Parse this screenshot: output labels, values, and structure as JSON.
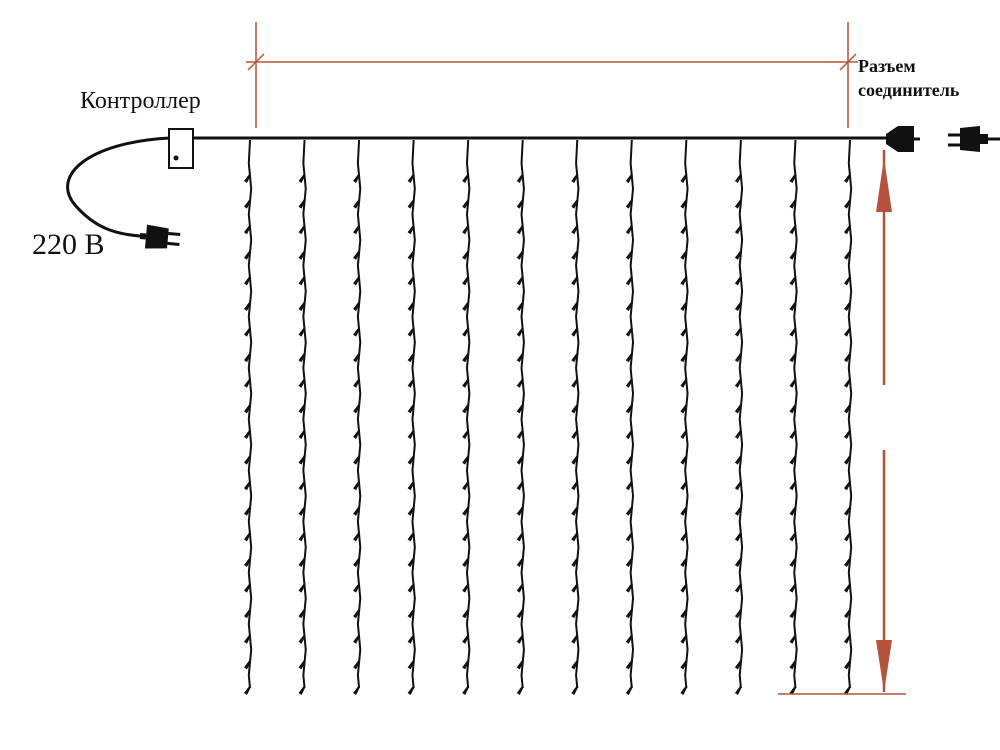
{
  "labels": {
    "controller": "Контроллер",
    "voltage": "220 В",
    "connector_line1": "Разъем",
    "connector_line2": "соединитель"
  },
  "strands": {
    "count": 12,
    "leds_per_strand": 21
  },
  "colors": {
    "wire": "#111111",
    "dimension": "#b5533c",
    "background": "#ffffff"
  },
  "icons": [
    "controller-box-icon",
    "power-plug-icon",
    "connector-female-icon",
    "connector-male-icon"
  ]
}
